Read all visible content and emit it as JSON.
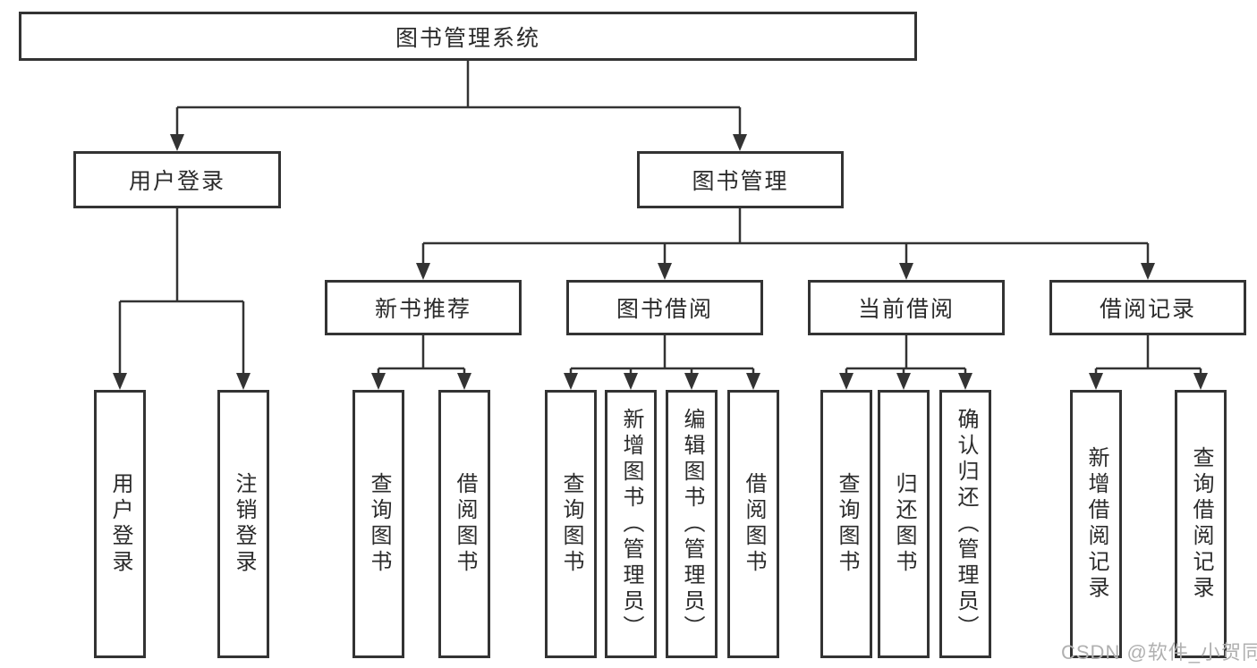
{
  "tree": {
    "root": "图书管理系统",
    "level2": [
      "用户登录",
      "图书管理"
    ],
    "level3": [
      "新书推荐",
      "图书借阅",
      "当前借阅",
      "借阅记录"
    ],
    "leaves": {
      "user_login": [
        "用户登录",
        "注销登录"
      ],
      "new_book_recommend": [
        "查询图书",
        "借阅图书"
      ],
      "book_borrow": [
        "查询图书",
        "新增图书（管理员）",
        "编辑图书（管理员）",
        "借阅图书"
      ],
      "current_borrow": [
        "查询图书",
        "归还图书",
        "确认归还（管理员）"
      ],
      "borrow_record": [
        "新增借阅记录",
        "查询借阅记录"
      ]
    }
  },
  "watermark": "CSDN @软件_小贺同学",
  "colors": {
    "line": "#333333",
    "box_border": "#333333",
    "text": "#2b2b2b",
    "watermark": "#b0b0b0",
    "background": "#ffffff"
  }
}
